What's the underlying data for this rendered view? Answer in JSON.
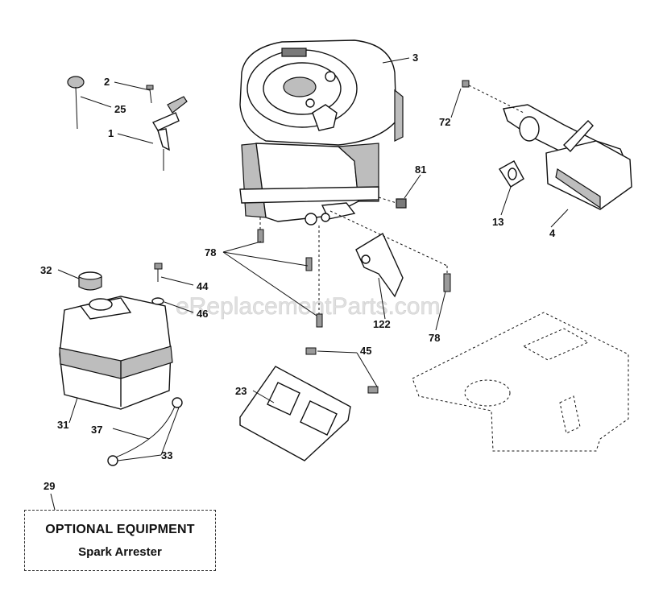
{
  "watermark": "eReplacementParts.com",
  "optional_equipment": {
    "title": "OPTIONAL EQUIPMENT",
    "item": "Spark Arrester"
  },
  "callouts": {
    "c1": "1",
    "c2": "2",
    "c3": "3",
    "c4": "4",
    "c13": "13",
    "c23": "23",
    "c25": "25",
    "c29": "29",
    "c31": "31",
    "c32": "32",
    "c33": "33",
    "c37": "37",
    "c44": "44",
    "c45": "45",
    "c46": "46",
    "c72": "72",
    "c78a": "78",
    "c78b": "78",
    "c81": "81",
    "c122": "122"
  }
}
